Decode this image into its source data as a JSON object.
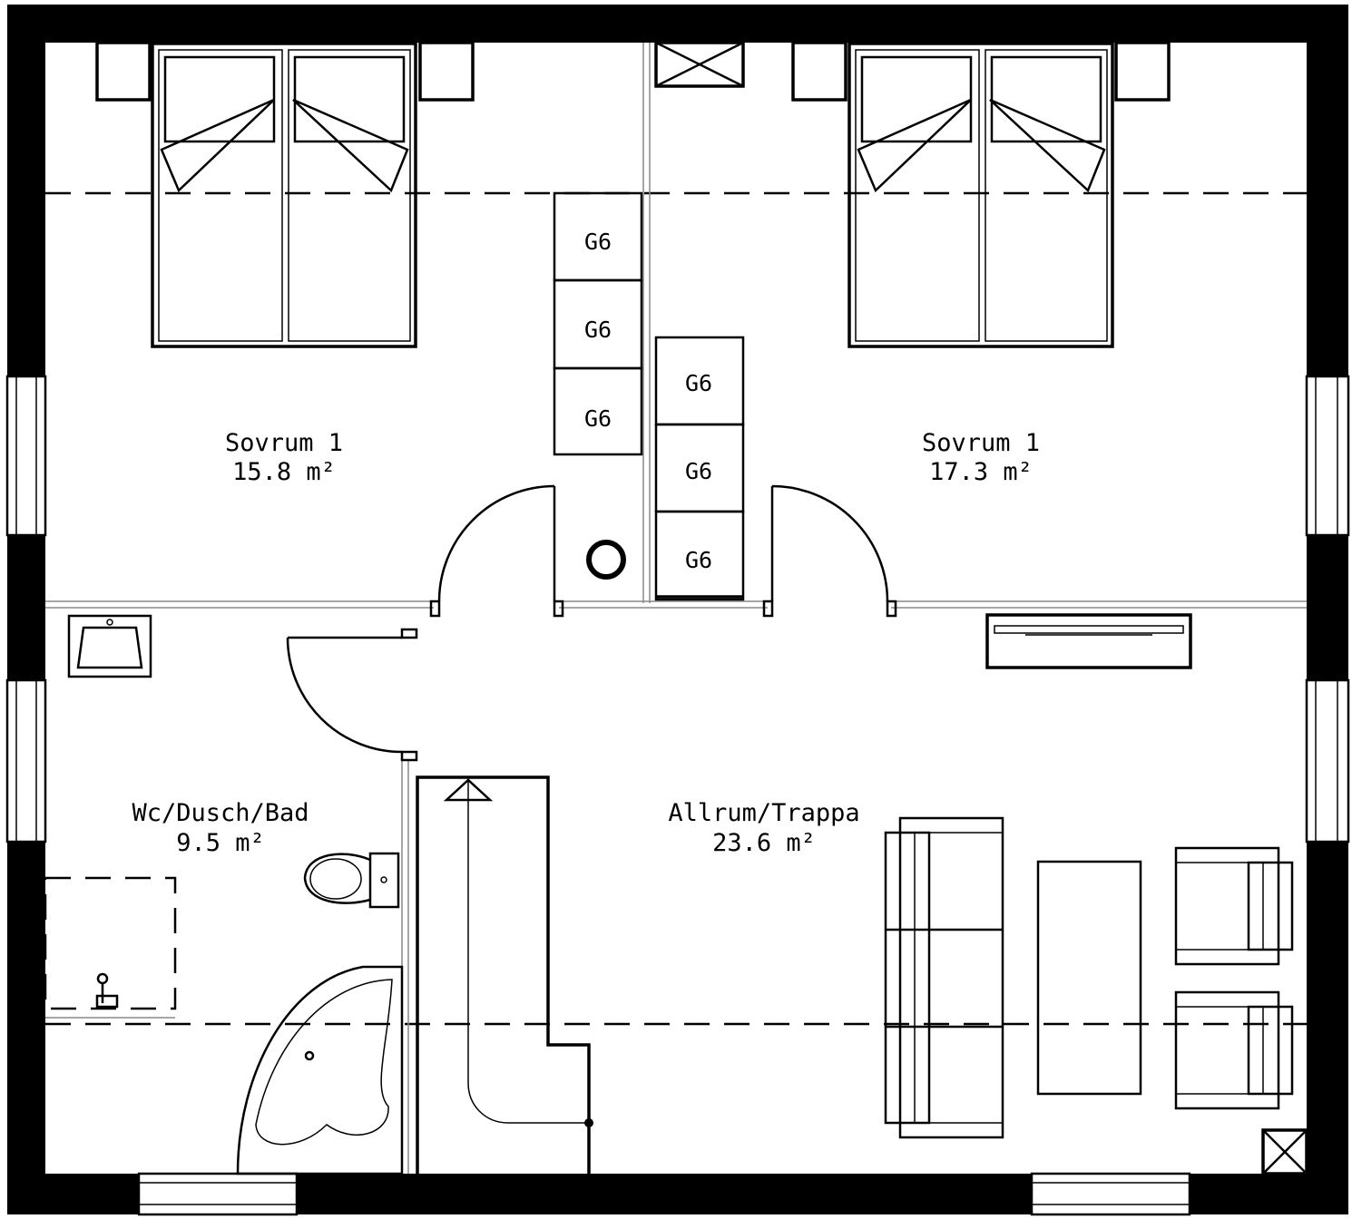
{
  "rooms": [
    {
      "name": "Sovrum 1",
      "area": "15.8 m²"
    },
    {
      "name": "Sovrum 1",
      "area": "17.3 m²"
    },
    {
      "name": "Wc/Dusch/Bad",
      "area": "9.5 m²"
    },
    {
      "name": "Allrum/Trappa",
      "area": "23.6 m²"
    }
  ],
  "wardrobes": [
    "G6",
    "G6",
    "G6",
    "G6",
    "G6",
    "G6"
  ]
}
